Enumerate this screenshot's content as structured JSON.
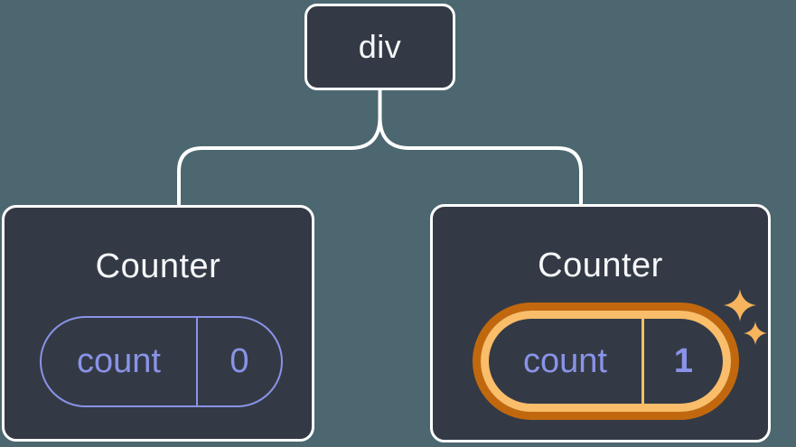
{
  "tree": {
    "root": {
      "label": "div"
    },
    "children": [
      {
        "title": "Counter",
        "state": {
          "key": "count",
          "value": "0"
        },
        "highlighted": false
      },
      {
        "title": "Counter",
        "state": {
          "key": "count",
          "value": "1"
        },
        "highlighted": true
      }
    ]
  },
  "icons": {
    "highlight": "sparkles-icon"
  },
  "colors": {
    "background": "#4C6770",
    "node_fill": "#333A45",
    "node_border": "#FFFFFF",
    "node_text": "#F6F7F9",
    "state_purple": "#8A93E8",
    "highlight_orange_dark": "#C1680E",
    "highlight_orange_light": "#FABD69",
    "sparkle_orange": "#F6B45C",
    "connector": "#FFFFFF"
  }
}
